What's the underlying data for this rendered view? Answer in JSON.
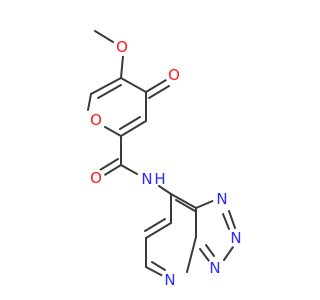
{
  "molecule": {
    "atom_labels": {
      "methoxy_o": "O",
      "methyl": "",
      "ketone_o": "O",
      "ring_o": "O",
      "amide_o": "O",
      "amide_n": "N",
      "amide_h": "H",
      "tz_n1": "N",
      "tz_n2": "N",
      "tz_n3": "N",
      "tz_n4": "N"
    },
    "colors": {
      "bond": "#3a3a3a",
      "nitrogen": "#2b2bff",
      "oxygen": "#ff1a1a"
    }
  }
}
